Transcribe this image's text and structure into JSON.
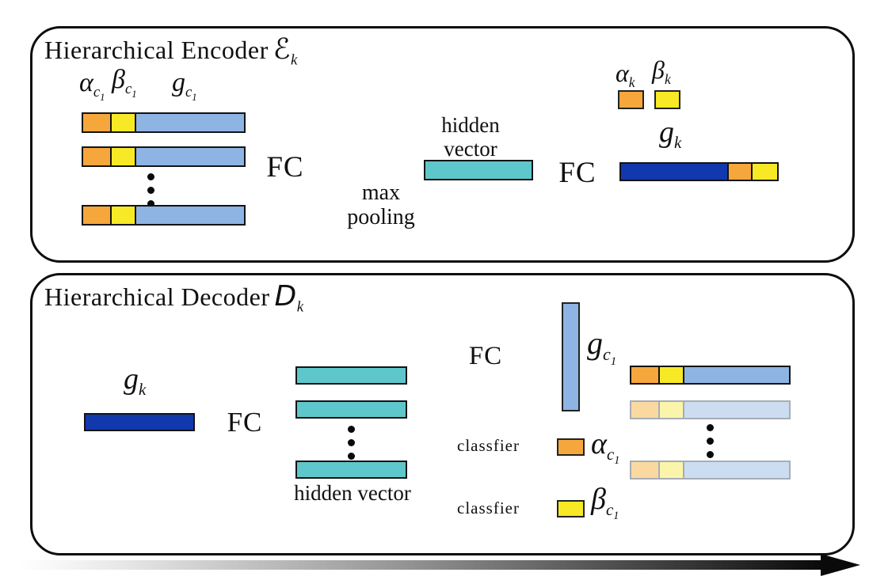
{
  "colors": {
    "orange": "#F5A73B",
    "yellow": "#F7E926",
    "lightblue": "#8DB4E2",
    "darkblue": "#1238AE",
    "cyan": "#7CD1DD",
    "teal": "#5EC7CC",
    "faded-orange": "#FAD9A1",
    "faded-yellow": "#FBF5AC",
    "faded-blue": "#CCDDF1"
  },
  "encoder": {
    "title": "Hierarchical Encoder",
    "symbol": "ℰ",
    "symbol_sub": "k",
    "input_labels": [
      {
        "base": "α",
        "sub": "c",
        "subsub": "1"
      },
      {
        "base": "β",
        "sub": "c",
        "subsub": "1"
      },
      {
        "base": "g",
        "sub": "c",
        "subsub": "1"
      }
    ],
    "fc1_label": "FC",
    "max_pooling_line1": "max",
    "max_pooling_line2": "pooling",
    "hidden_vector_line1": "hidden",
    "hidden_vector_line2": "vector",
    "fc2_label": "FC",
    "alpha_k": {
      "base": "α",
      "sub": "k"
    },
    "beta_k": {
      "base": "β",
      "sub": "k"
    },
    "g_k": {
      "base": "g",
      "sub": "k"
    }
  },
  "decoder": {
    "title": "Hierarchical Decoder",
    "symbol": "𝒟",
    "symbol_sub": "k",
    "g_k": {
      "base": "g",
      "sub": "k"
    },
    "fc_in_label": "FC",
    "hidden_vector_label": "hidden vector",
    "fc_out_label": "FC",
    "classifier1_label": "classfier",
    "classifier2_label": "classfier",
    "g_c1": {
      "base": "g",
      "sub": "c",
      "subsub": "1"
    },
    "alpha_c1": {
      "base": "α",
      "sub": "c",
      "subsub": "1"
    },
    "beta_c1": {
      "base": "β",
      "sub": "c",
      "subsub": "1"
    }
  }
}
